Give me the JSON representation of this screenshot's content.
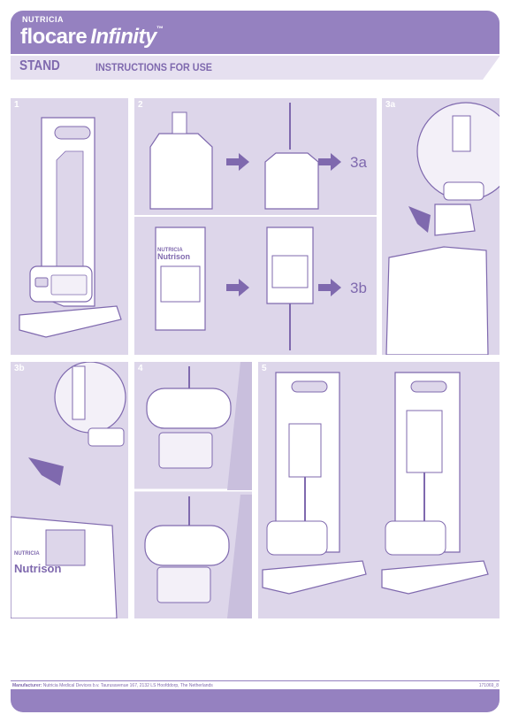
{
  "header": {
    "company": "NUTRICIA",
    "product_name": "flocare",
    "product_suffix": "Infinity",
    "trademark": "™",
    "section": "STAND",
    "subtitle": "INSTRUCTIONS FOR USE"
  },
  "panels": [
    {
      "id": "1",
      "label": "1"
    },
    {
      "id": "2",
      "label": "2"
    },
    {
      "id": "3a",
      "label": "3a"
    },
    {
      "id": "3b",
      "label": "3b"
    },
    {
      "id": "4",
      "label": "4"
    },
    {
      "id": "5",
      "label": "5"
    }
  ],
  "step2": {
    "ref_top": "3a",
    "ref_bottom": "3b"
  },
  "pack": {
    "maker": "NUTRICIA",
    "name": "Nutrison"
  },
  "footer": {
    "manufacturer_label": "Manufacturer:",
    "manufacturer_text": "Nutricia Medical Devices b.v. Taurusavenue 167, 2132 LS Hoofddorp, The Netherlands",
    "doc_code": "171069_8"
  },
  "colors": {
    "primary": "#9581c0",
    "panel": "#ddd6ea",
    "accent": "#7f69ae"
  }
}
